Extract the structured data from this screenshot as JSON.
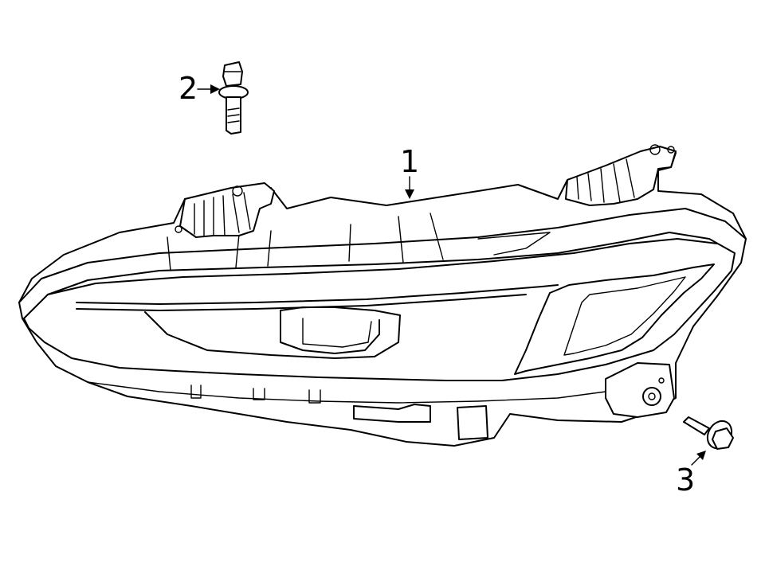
{
  "callouts": [
    {
      "id": "headlamp-assembly",
      "label": "1"
    },
    {
      "id": "upper-mounting-bolt",
      "label": "2"
    },
    {
      "id": "lower-mounting-bolt",
      "label": "3"
    }
  ],
  "colors": {
    "line": "#000000",
    "background": "#ffffff"
  }
}
